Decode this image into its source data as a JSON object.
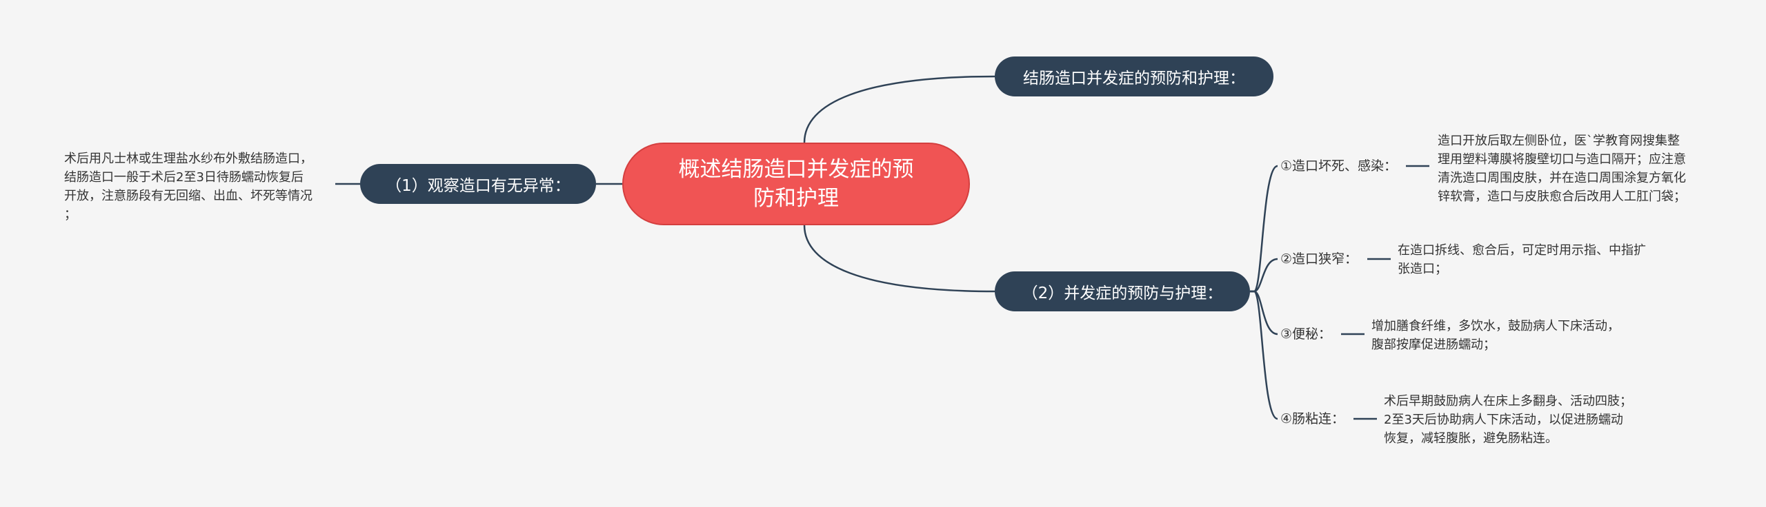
{
  "root": {
    "line1": "概述结肠造口并发症的预",
    "line2": "防和护理"
  },
  "branches": {
    "top": "结肠造口并发症的预防和护理：",
    "left": "（1）观察造口有无异常：",
    "right": "（2）并发症的预防与护理："
  },
  "left_note": {
    "lines": [
      "术后用凡士林或生理盐水纱布外敷结肠造口，",
      "结肠造口一般于术后2至3日待肠蠕动恢复后",
      "开放，注意肠段有无回缩、出血、坏死等情况",
      "；"
    ]
  },
  "sub_items": [
    {
      "label": "①造口坏死、感染：",
      "lines": [
        "造口开放后取左侧卧位，医`学教育网搜集整",
        "理用塑料薄膜将腹壁切口与造口隔开；应注意",
        "清洗造口周围皮肤，并在造口周围涂复方氧化",
        "锌软膏，造口与皮肤愈合后改用人工肛门袋；"
      ]
    },
    {
      "label": "②造口狭窄：",
      "lines": [
        "在造口拆线、愈合后，可定时用示指、中指扩",
        "张造口；"
      ]
    },
    {
      "label": "③便秘：",
      "lines": [
        "增加膳食纤维，多饮水，鼓励病人下床活动，",
        "腹部按摩促进肠蠕动；"
      ]
    },
    {
      "label": "④肠粘连：",
      "lines": [
        "术后早期鼓励病人在床上多翻身、活动四肢；",
        "2至3天后协助病人下床活动，以促进肠蠕动",
        "恢复，减轻腹胀，避免肠粘连。"
      ]
    }
  ],
  "colors": {
    "root_fill": "#f05454",
    "branch_fill": "#2f4256",
    "connector": "#2f4256",
    "background": "#f5f5f5",
    "text_dark": "#333333"
  }
}
